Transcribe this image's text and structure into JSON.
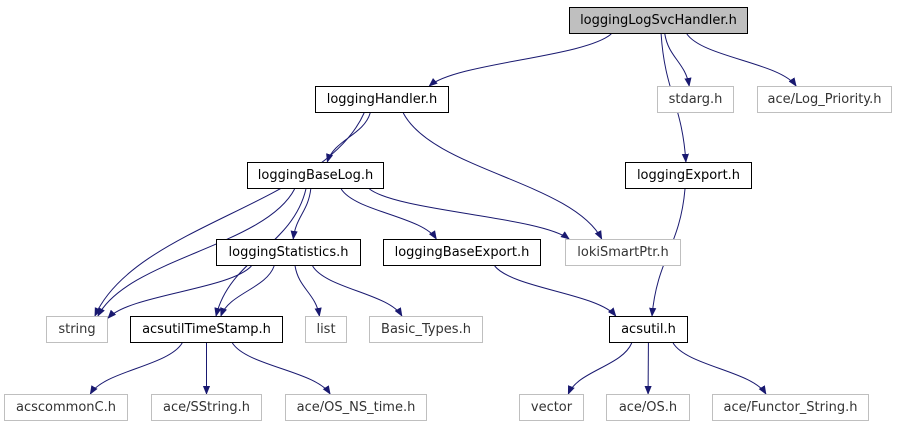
{
  "colors": {
    "edge": "#191970",
    "root_fill": "#bfbfbf",
    "external_border": "#bfbfbf",
    "local_border": "#000000"
  },
  "nodes": {
    "logginglogsvchandler": {
      "label": "loggingLogSvcHandler.h",
      "kind": "root"
    },
    "logginghandler": {
      "label": "loggingHandler.h",
      "kind": "local"
    },
    "stdarg": {
      "label": "stdarg.h",
      "kind": "external"
    },
    "ace_log_priority": {
      "label": "ace/Log_Priority.h",
      "kind": "external"
    },
    "loggingbaselog": {
      "label": "loggingBaseLog.h",
      "kind": "local"
    },
    "loggingexport": {
      "label": "loggingExport.h",
      "kind": "local"
    },
    "loggingstatistics": {
      "label": "loggingStatistics.h",
      "kind": "local"
    },
    "loggingbaseexport": {
      "label": "loggingBaseExport.h",
      "kind": "local"
    },
    "lokismartptr": {
      "label": "lokiSmartPtr.h",
      "kind": "external"
    },
    "string": {
      "label": "string",
      "kind": "external"
    },
    "acsutiltimestamp": {
      "label": "acsutilTimeStamp.h",
      "kind": "local"
    },
    "list": {
      "label": "list",
      "kind": "external"
    },
    "basic_types": {
      "label": "Basic_Types.h",
      "kind": "external"
    },
    "acsutil": {
      "label": "acsutil.h",
      "kind": "local"
    },
    "acscommonc": {
      "label": "acscommonC.h",
      "kind": "external"
    },
    "ace_sstring": {
      "label": "ace/SString.h",
      "kind": "external"
    },
    "ace_os_ns_time": {
      "label": "ace/OS_NS_time.h",
      "kind": "external"
    },
    "vector": {
      "label": "vector",
      "kind": "external"
    },
    "ace_os": {
      "label": "ace/OS.h",
      "kind": "external"
    },
    "ace_functor_string": {
      "label": "ace/Functor_String.h",
      "kind": "external"
    }
  },
  "edges": [
    [
      "logginglogsvchandler",
      "logginghandler"
    ],
    [
      "logginglogsvchandler",
      "stdarg"
    ],
    [
      "logginglogsvchandler",
      "ace_log_priority"
    ],
    [
      "logginglogsvchandler",
      "loggingexport"
    ],
    [
      "logginghandler",
      "loggingbaselog"
    ],
    [
      "logginghandler",
      "string"
    ],
    [
      "logginghandler",
      "lokismartptr"
    ],
    [
      "loggingbaselog",
      "string"
    ],
    [
      "loggingbaselog",
      "loggingstatistics"
    ],
    [
      "loggingbaselog",
      "loggingbaseexport"
    ],
    [
      "loggingbaselog",
      "lokismartptr"
    ],
    [
      "loggingbaselog",
      "acsutiltimestamp"
    ],
    [
      "loggingstatistics",
      "string"
    ],
    [
      "loggingstatistics",
      "acsutiltimestamp"
    ],
    [
      "loggingstatistics",
      "list"
    ],
    [
      "loggingstatistics",
      "basic_types"
    ],
    [
      "loggingbaseexport",
      "acsutil"
    ],
    [
      "loggingexport",
      "acsutil"
    ],
    [
      "acsutiltimestamp",
      "acscommonc"
    ],
    [
      "acsutiltimestamp",
      "ace_sstring"
    ],
    [
      "acsutiltimestamp",
      "ace_os_ns_time"
    ],
    [
      "acsutil",
      "vector"
    ],
    [
      "acsutil",
      "ace_os"
    ],
    [
      "acsutil",
      "ace_functor_string"
    ]
  ]
}
